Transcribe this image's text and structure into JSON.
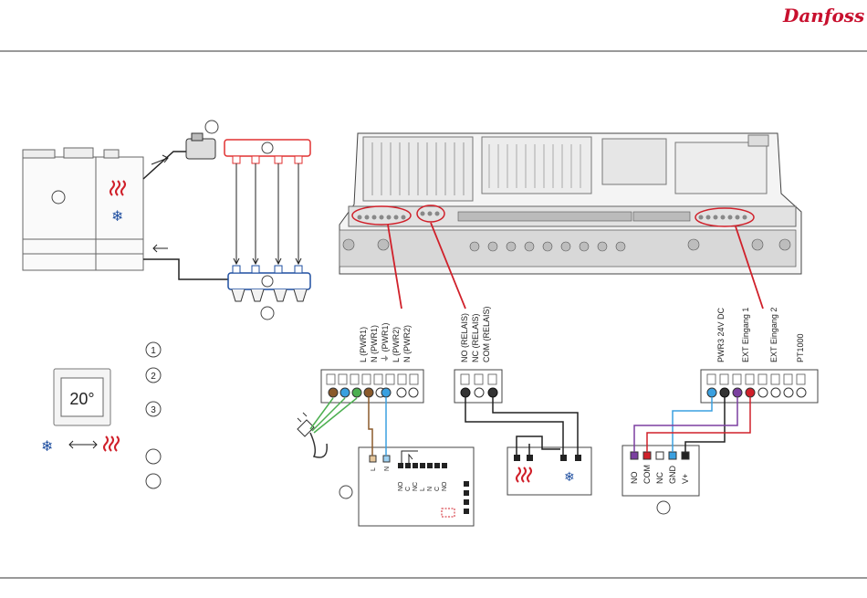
{
  "header": {
    "brand_logo": "Danfoss"
  },
  "colors": {
    "brown": "#8b5a2b",
    "blue": "#3aa0e0",
    "green": "#4caf50",
    "purple": "#7b3fa0",
    "red": "#d0202a",
    "navy_manifold": "#1f4fa0",
    "red_manifold": "#e03030"
  },
  "legend": {
    "markers": [
      "1",
      "2",
      "3",
      "",
      ""
    ]
  },
  "thermostat": {
    "display_value": "20°"
  },
  "terminals": {
    "power": {
      "labels": [
        "L (PWR1)",
        "N (PWR1)",
        "⏚ (PWR1)",
        "L (PWR2)",
        "N (PWR2)"
      ]
    },
    "relay": {
      "labels": [
        "NO (RELAIS)",
        "NC (RELAIS)",
        "COM (RELAIS)"
      ]
    },
    "ext": {
      "labels": [
        "PWR3 24V DC",
        "EXT Eingang 1",
        "EXT Eingang 2",
        "PT1000"
      ]
    }
  },
  "changeover_module": {
    "l_label": "L",
    "n_label": "N",
    "pin_labels": [
      "NO",
      "C",
      "NC",
      "L",
      "N",
      "C",
      "NO"
    ]
  },
  "sensor_module": {
    "pin_labels": [
      "NO",
      "COM",
      "NC",
      "GND",
      "V+"
    ]
  }
}
